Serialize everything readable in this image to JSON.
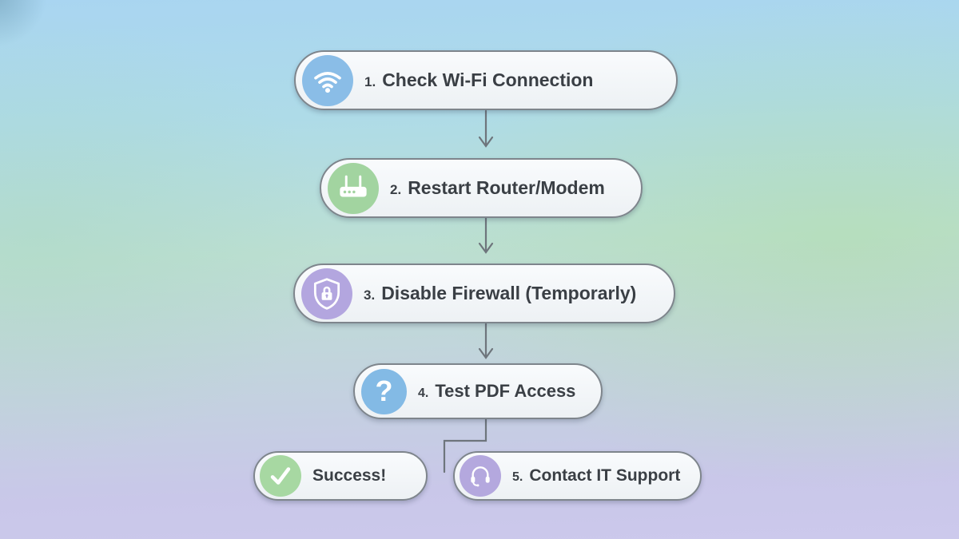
{
  "meta": {
    "type": "flowchart",
    "title": "PDF access troubleshooting flowchart"
  },
  "colors": {
    "ink": "#3a3f45",
    "pill_border": "#7e858c",
    "pill_fill": "#f3f6f9",
    "connector": "#6e757c",
    "background_top_blue": "#a9d5f1",
    "background_mid_green": "#bcdfd2",
    "background_bottom_lavender": "#c9c7e9"
  },
  "flowchart": {
    "nodes": [
      {
        "id": "check-wifi",
        "number": "1.",
        "label": "Check Wi-Fi Connection",
        "icon": "wifi-icon",
        "color": "#8abde7"
      },
      {
        "id": "restart-router",
        "number": "2.",
        "label": "Restart Router/Modem",
        "icon": "router-icon",
        "color": "#a2d4a0"
      },
      {
        "id": "disable-firewall",
        "number": "3.",
        "label": "Disable Firewall (Temporarly)",
        "icon": "shield-lock-icon",
        "color": "#b3a6df"
      },
      {
        "id": "test-pdf-access",
        "number": "4.",
        "label": "Test PDF Access",
        "icon": "question-mark-icon",
        "glyph": "?",
        "color": "#83bae5"
      },
      {
        "id": "success",
        "number": "",
        "label": "Success!",
        "icon": "checkmark-icon",
        "color": "#a7d8a2"
      },
      {
        "id": "contact-it-support",
        "number": "5.",
        "label": "Contact IT Support",
        "icon": "headset-icon",
        "color": "#b4a8de"
      }
    ],
    "edges": [
      {
        "from": "check-wifi",
        "to": "restart-router",
        "style": "arrow"
      },
      {
        "from": "restart-router",
        "to": "disable-firewall",
        "style": "arrow"
      },
      {
        "from": "disable-firewall",
        "to": "test-pdf-access",
        "style": "arrow"
      },
      {
        "from": "test-pdf-access",
        "to": "contact-it-support",
        "style": "elbow"
      }
    ]
  }
}
